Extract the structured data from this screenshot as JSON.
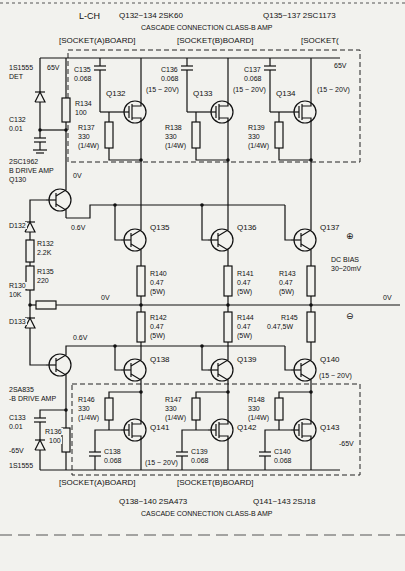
{
  "diagram": {
    "labels": [
      "L-CH",
      "Q132~134 2SK60",
      "Q135~137 2SC1173",
      "CASCADE CONNECTION CLASS-B AMP",
      "[SOCKET(A)BOARD]",
      "[SOCKET(B)BOARD]",
      "[SOCKET(",
      "C135",
      "0.068",
      "C136",
      "0.068",
      "C137",
      "0.068",
      "65V",
      "1S1555",
      "65V",
      "DET",
      "C132",
      "0.01",
      "R134",
      "100",
      "2SC1962",
      "B DRIVE AMP",
      "Q130",
      "0V",
      "D132",
      "R132",
      "2.2K",
      "0.6V",
      "R130",
      "10K",
      "R135",
      "220",
      "D133",
      "0.6V",
      "2SA835",
      "-B DRIVE AMP",
      "C133",
      "0.01",
      "R136",
      "100",
      "-65V",
      "1S1555",
      "Q132",
      "(15 ~ 20V)",
      "R137",
      "330",
      "(1/4W)",
      "Q133",
      "(15 ~ 20V)",
      "R138",
      "330",
      "(1/4W)",
      "Q134",
      "(15 ~ 20V)",
      "R139",
      "330",
      "(1/4W)",
      "Q135",
      "Q136",
      "Q137",
      "R140",
      "0.47",
      "(5W)",
      "R141",
      "0.47",
      "(5W)",
      "R143",
      "0.47",
      "(5W)",
      "⊕",
      "DC BIAS",
      "30~20mV",
      "⊖",
      "0V",
      "0V",
      "R142",
      "0.47",
      "(5W)",
      "R144",
      "0.47",
      "(5W)",
      "R145",
      "0.47,5W",
      "Q138",
      "Q139",
      "Q140",
      "(15 ~ 20V)",
      "R146",
      "330",
      "(1/4W)",
      "R147",
      "330",
      "(1/4W)",
      "R148",
      "330",
      "(1/4W)",
      "Q141",
      "Q142",
      "Q143",
      "(15 ~ 20V)",
      "-65V",
      "C138",
      "0.068",
      "C139",
      "0.068",
      "C140",
      "0.068",
      "[SOCKET(A)BOARD]",
      "[SOCKET(B)BOARD]",
      "Q138~140 2SA473",
      "Q141~143 2SJ18",
      "CASCADE CONNECTION CLASS-B AMP"
    ]
  }
}
